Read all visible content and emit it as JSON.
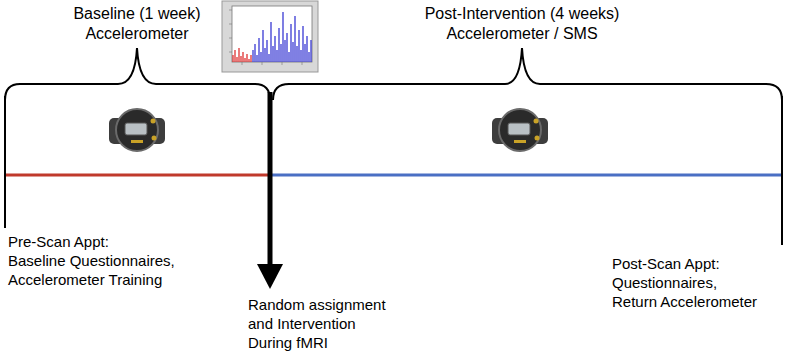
{
  "diagram": {
    "labels": [
      "Baseline (1 week)",
      "Accelerometer",
      "Post-Intervention (4 weeks)",
      "Accelerometer / SMS",
      "Pre-Scan Appt:",
      "Baseline Questionnaires, Accelerometer Training",
      "Random assignment and Intervention During fMRI",
      "Post-Scan Appt:",
      "Questionnaires, Return Accelerometer"
    ]
  }
}
